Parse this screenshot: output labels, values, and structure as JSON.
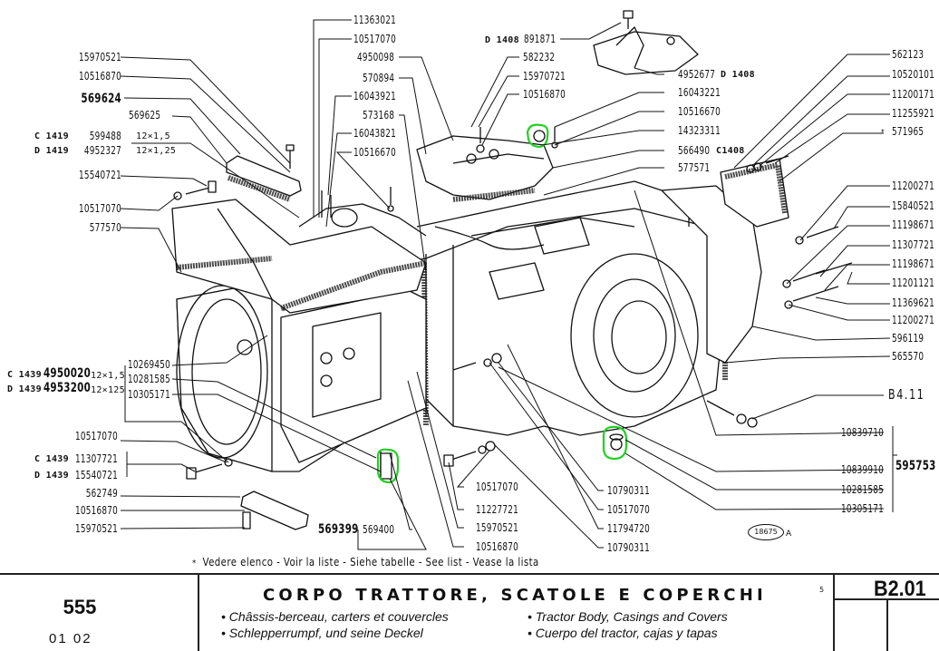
{
  "diagram": {
    "labels_left": [
      {
        "id": "l1",
        "text": "15970521"
      },
      {
        "id": "l2",
        "text": "10516870"
      },
      {
        "id": "l3",
        "text": "569624"
      },
      {
        "id": "l4",
        "text": "569625"
      },
      {
        "id": "l5_prefix",
        "text": "C 1419"
      },
      {
        "id": "l5",
        "text": "599488"
      },
      {
        "id": "l6_prefix",
        "text": "D 1419"
      },
      {
        "id": "l6",
        "text": "4952327"
      },
      {
        "id": "l5_size",
        "text": "12×1,5"
      },
      {
        "id": "l6_size",
        "text": "12×1,25"
      },
      {
        "id": "l7",
        "text": "15540721"
      },
      {
        "id": "l8",
        "text": "10517070"
      },
      {
        "id": "l9",
        "text": "577570"
      },
      {
        "id": "l10",
        "text": "10269450"
      },
      {
        "id": "l11",
        "text": "10281585"
      },
      {
        "id": "l12",
        "text": "10305171"
      },
      {
        "id": "l13_prefix",
        "text": "C 1439"
      },
      {
        "id": "l13",
        "text": "4950020"
      },
      {
        "id": "l13_size",
        "text": "12×1,5"
      },
      {
        "id": "l14_prefix",
        "text": "D 1439"
      },
      {
        "id": "l14",
        "text": "4953200"
      },
      {
        "id": "l14_size",
        "text": "12×125"
      },
      {
        "id": "l15",
        "text": "10517070"
      },
      {
        "id": "l16_prefix",
        "text": "C 1439"
      },
      {
        "id": "l16",
        "text": "11307721"
      },
      {
        "id": "l17_prefix",
        "text": "D 1439"
      },
      {
        "id": "l17",
        "text": "15540721"
      },
      {
        "id": "l18",
        "text": "562749"
      },
      {
        "id": "l19",
        "text": "10516870"
      },
      {
        "id": "l20",
        "text": "15970521"
      }
    ],
    "labels_top": [
      {
        "id": "t1",
        "text": "11363021"
      },
      {
        "id": "t2",
        "text": "10517070"
      },
      {
        "id": "t3",
        "text": "4950098"
      },
      {
        "id": "t4",
        "text": "570894"
      },
      {
        "id": "t5",
        "text": "16043921"
      },
      {
        "id": "t6",
        "text": "573168"
      },
      {
        "id": "t7",
        "text": "16043821"
      },
      {
        "id": "t8",
        "text": "10516670"
      },
      {
        "id": "t9_prefix",
        "text": "D 1408"
      },
      {
        "id": "t9",
        "text": "891871"
      },
      {
        "id": "t10",
        "text": "582232"
      },
      {
        "id": "t11",
        "text": "15970721"
      },
      {
        "id": "t12",
        "text": "10516870"
      },
      {
        "id": "t13",
        "text": "4952677"
      },
      {
        "id": "t13_suffix",
        "text": "D 1408"
      },
      {
        "id": "t14",
        "text": "16043221"
      },
      {
        "id": "t15",
        "text": "10516670"
      },
      {
        "id": "t16",
        "text": "14323311"
      },
      {
        "id": "t17",
        "text": "566490"
      },
      {
        "id": "t17_suffix",
        "text": "C1408"
      },
      {
        "id": "t18",
        "text": "577571"
      }
    ],
    "labels_right": [
      {
        "id": "r1",
        "text": "562123"
      },
      {
        "id": "r2",
        "text": "10520101"
      },
      {
        "id": "r3",
        "text": "11200171"
      },
      {
        "id": "r4",
        "text": "11255921"
      },
      {
        "id": "r5",
        "text": "571965"
      },
      {
        "id": "r6",
        "text": "11200271"
      },
      {
        "id": "r7",
        "text": "15840521"
      },
      {
        "id": "r8",
        "text": "11198671"
      },
      {
        "id": "r9",
        "text": "11307721"
      },
      {
        "id": "r10",
        "text": "11198671"
      },
      {
        "id": "r11",
        "text": "11201121"
      },
      {
        "id": "r12",
        "text": "11369621"
      },
      {
        "id": "r13",
        "text": "11200271"
      },
      {
        "id": "r14",
        "text": "596119"
      },
      {
        "id": "r15",
        "text": "565570"
      },
      {
        "id": "r16",
        "text": "B4.11"
      },
      {
        "id": "r17",
        "text": "10839710"
      },
      {
        "id": "r18",
        "text": "10839910"
      },
      {
        "id": "r19",
        "text": "10281585"
      },
      {
        "id": "r20",
        "text": "10305171"
      },
      {
        "id": "r21",
        "text": "595753"
      }
    ],
    "labels_bottom": [
      {
        "id": "b1",
        "text": "10517070"
      },
      {
        "id": "b2",
        "text": "11227721"
      },
      {
        "id": "b3",
        "text": "15970521"
      },
      {
        "id": "b4",
        "text": "10516870"
      },
      {
        "id": "b5",
        "text": "569399"
      },
      {
        "id": "b6",
        "text": "569400"
      },
      {
        "id": "b7",
        "text": "10790311"
      },
      {
        "id": "b8",
        "text": "10517070"
      },
      {
        "id": "b9",
        "text": "11794720"
      },
      {
        "id": "b10",
        "text": "10790311"
      }
    ],
    "asterisk": "*",
    "footnote": "Vedere elenco  - Voir la liste - Siehe tabelle  - See  list  -  Vease la lista",
    "drawing_ref": "18675",
    "drawing_ref_suffix": "A",
    "highlight_color": "#22d022"
  },
  "footer": {
    "model": "555",
    "model_sub": "01  02",
    "title": "CORPO TRATTORE, SCATOLE E COPERCHI",
    "lines": [
      "• Châssis-berceau, carters et couvercles",
      "• Schlepperrumpf, und seine Deckel",
      "• Tractor Body, Casings and Covers",
      "• Cuerpo del tractor, cajas y tapas"
    ],
    "page_number": "5",
    "section_code": "B2.01"
  }
}
